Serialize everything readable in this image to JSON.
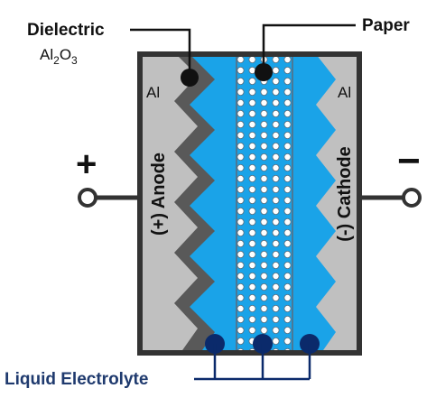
{
  "labels": {
    "dielectric": "Dielectric",
    "dielectric_formula_base": "Al",
    "dielectric_formula_sub1": "2",
    "dielectric_formula_mid": "O",
    "dielectric_formula_sub2": "3",
    "paper": "Paper",
    "anode_metal": "Al",
    "cathode_metal": "Al",
    "anode": "(+) Anode",
    "cathode": "(-) Cathode",
    "plus_sign": "+",
    "minus_sign": "−",
    "liquid_electrolyte": "Liquid Electrolyte"
  },
  "colors": {
    "electrolyte_blue": "#1aa3e8",
    "aluminum_gray": "#c0c0c0",
    "oxide_dark_gray": "#595959",
    "casing_dark": "#333333",
    "electrolyte_label": "#1f3a6e",
    "dot_dark": "#111111",
    "dot_navy": "#0b2a6b"
  }
}
